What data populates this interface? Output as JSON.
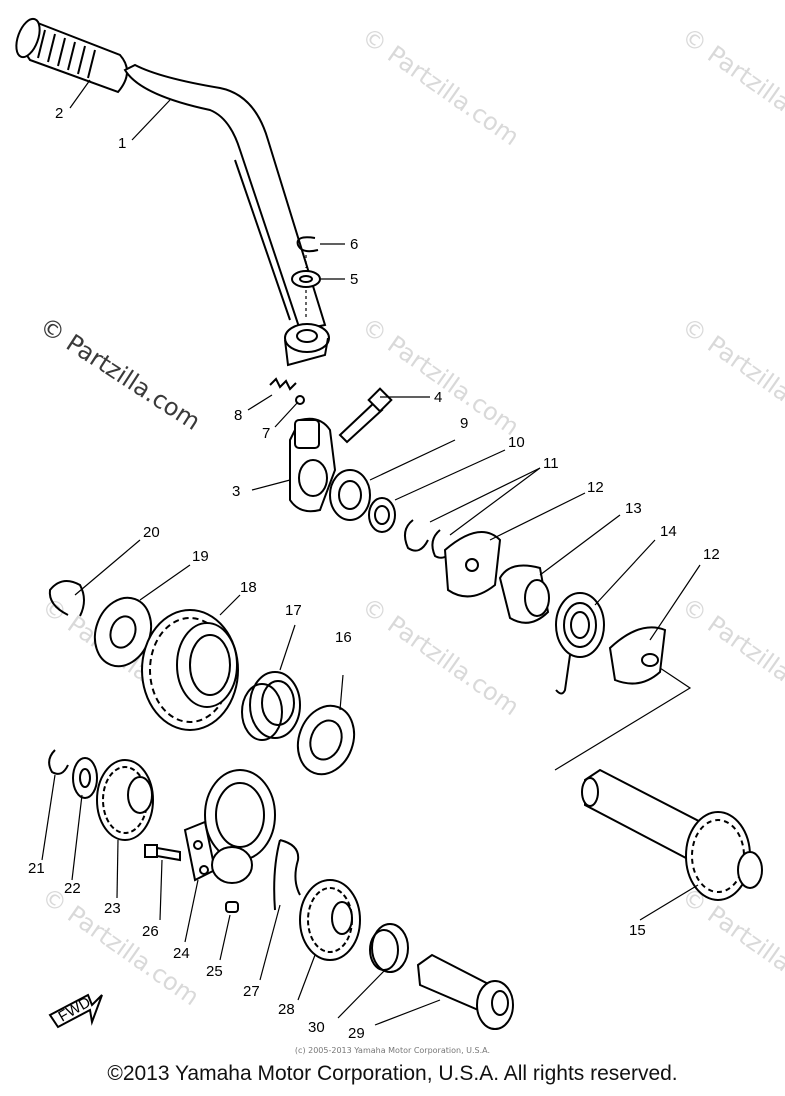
{
  "watermarks": [
    "© Partzilla.com",
    "© Partzilla.com",
    "© Partzilla.com",
    "© Partzilla.com",
    "© Partzilla.com",
    "© Partzilla.com",
    "© Partzilla.com",
    "© Partzilla.com",
    "© Partzilla.com"
  ],
  "watermark_main": "© Partzilla.com",
  "callouts": [
    "1",
    "2",
    "3",
    "4",
    "5",
    "6",
    "7",
    "8",
    "9",
    "10",
    "11",
    "12",
    "13",
    "14",
    "12",
    "15",
    "16",
    "17",
    "18",
    "19",
    "20",
    "21",
    "22",
    "23",
    "24",
    "25",
    "26",
    "27",
    "28",
    "29",
    "30"
  ],
  "fwd_label": "FWD",
  "small_copyright": "(c) 2005-2013 Yamaha Motor Corporation, U.S.A.",
  "footer_copyright": "©2013 Yamaha Motor Corporation, U.S.A. All rights reserved."
}
